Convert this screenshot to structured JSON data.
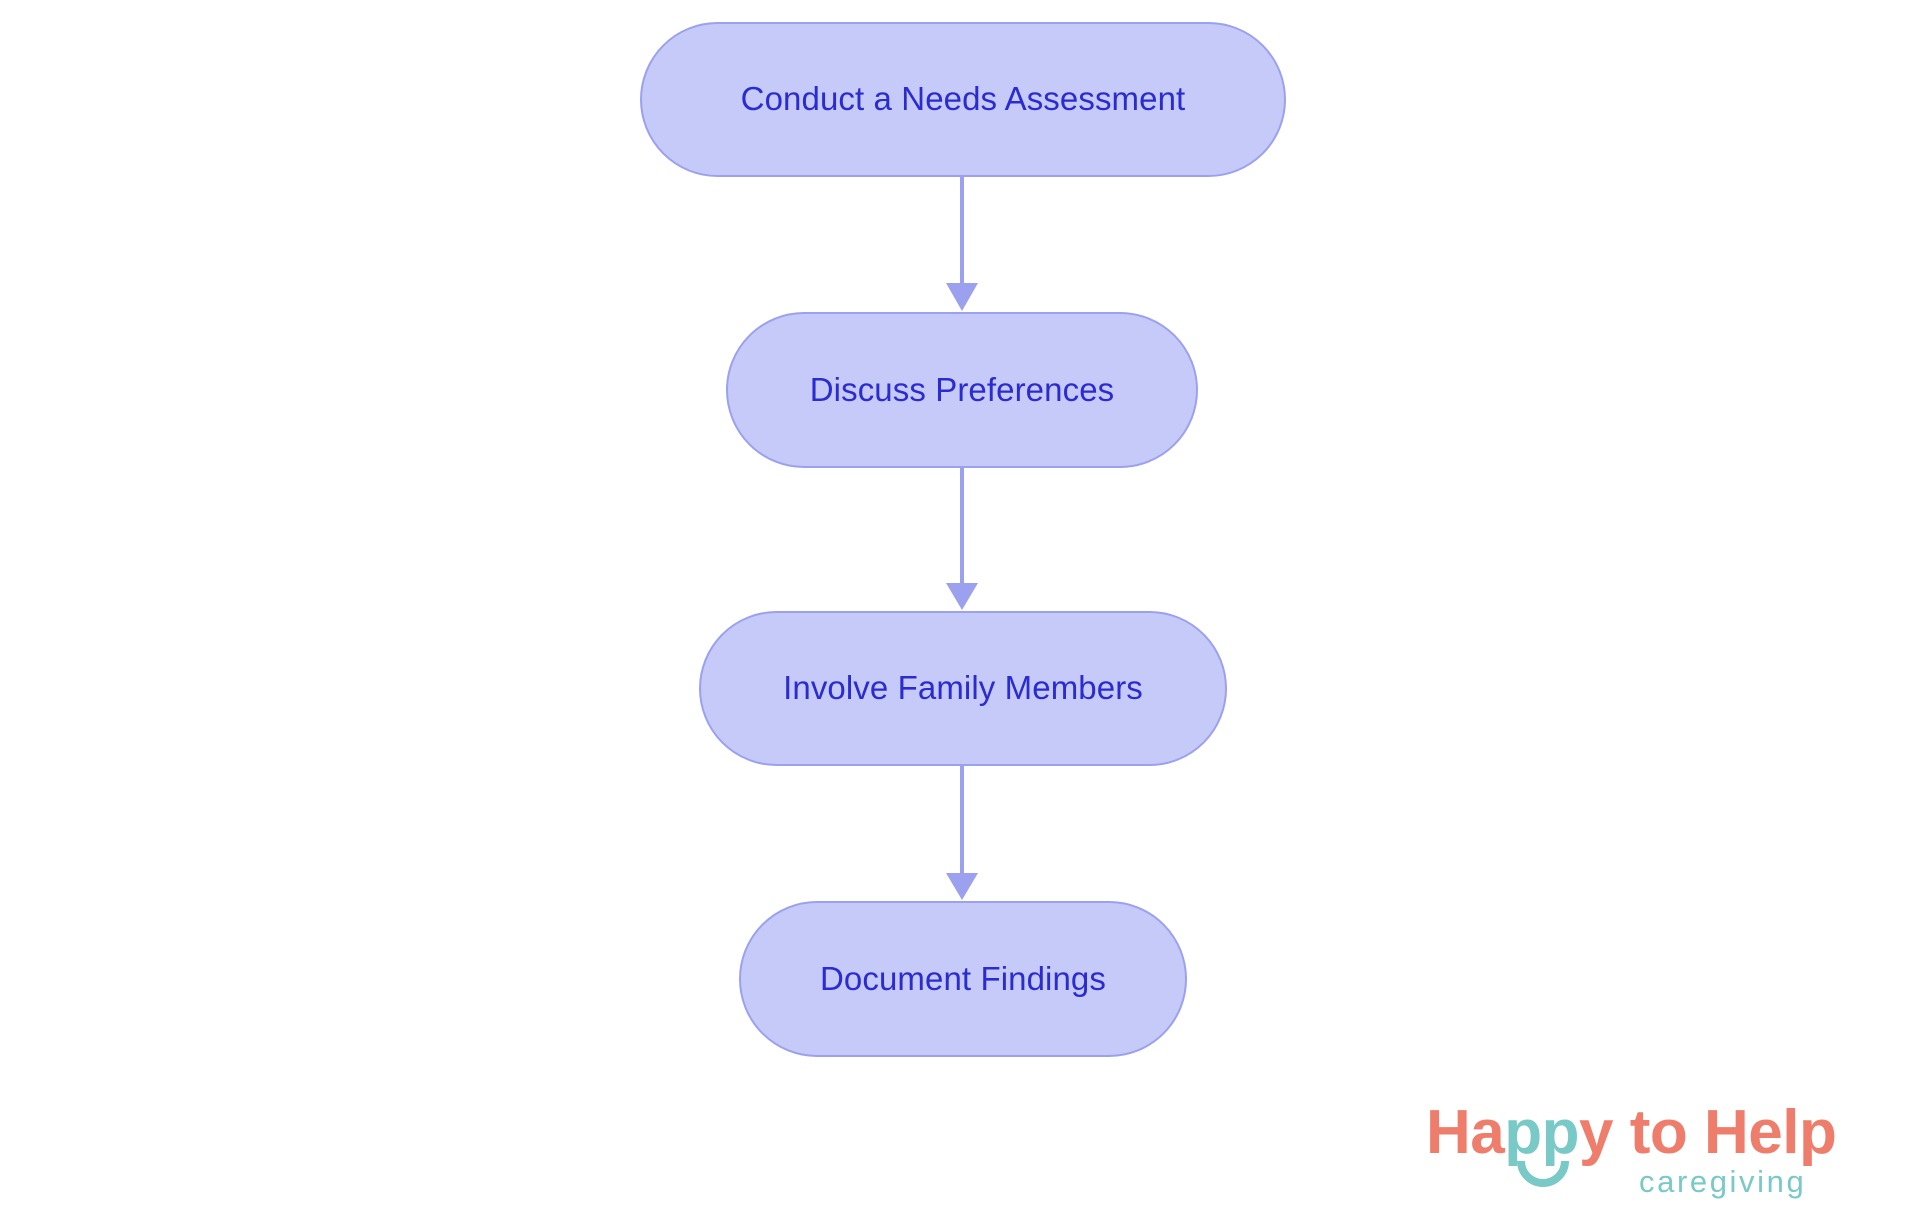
{
  "diagram": {
    "type": "flowchart",
    "orientation": "top-to-bottom",
    "background_color": "#ffffff",
    "node_fill_color": "#c6caf8",
    "node_border_color": "#9ba1ef",
    "node_text_color": "#2b2bd2",
    "edge_color": "#9ba1ef",
    "nodes": [
      {
        "id": "n1",
        "label": "Conduct a Needs Assessment"
      },
      {
        "id": "n2",
        "label": "Discuss Preferences"
      },
      {
        "id": "n3",
        "label": "Involve Family Members"
      },
      {
        "id": "n4",
        "label": "Document Findings"
      }
    ],
    "edges": [
      {
        "from": "n1",
        "to": "n2",
        "label": ""
      },
      {
        "from": "n2",
        "to": "n3",
        "label": ""
      },
      {
        "from": "n3",
        "to": "n4",
        "label": ""
      }
    ]
  },
  "logo": {
    "word_1": "Ha",
    "word_2": "pp",
    "word_3": "y to Help",
    "tagline": "caregiving",
    "primary_color": "#ef7d6c",
    "secondary_color": "#79c9c6"
  }
}
